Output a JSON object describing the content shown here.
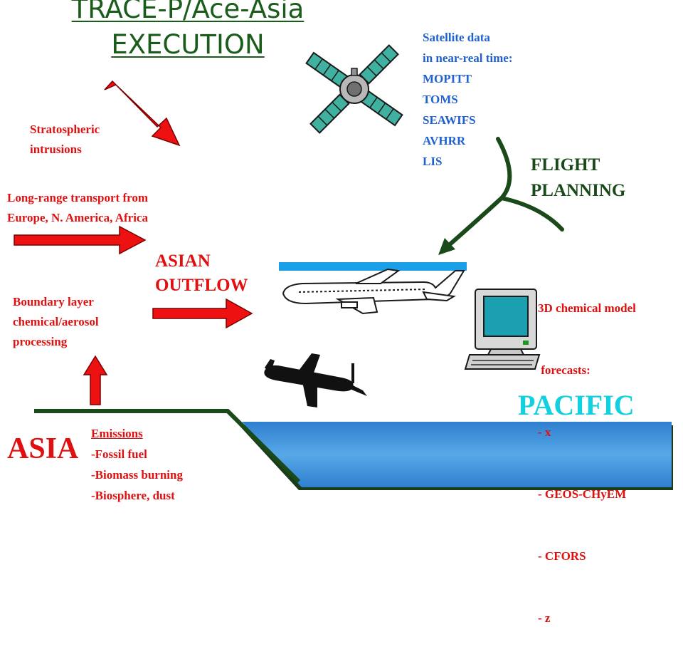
{
  "title": {
    "line1": "TRACE-P/Ace-Asia",
    "line2": "EXECUTION"
  },
  "labels": {
    "stratospheric": [
      "Stratospheric",
      "intrusions"
    ],
    "long_range": [
      "Long-range transport from",
      "Europe, N. America, Africa"
    ],
    "asian_outflow": [
      "ASIAN",
      "OUTFLOW"
    ],
    "boundary": [
      "Boundary layer",
      "chemical/aerosol",
      "processing"
    ],
    "satellite": [
      "Satellite data",
      "in near-real time:",
      "MOPITT",
      "TOMS",
      "SEAWIFS",
      "AVHRR",
      "LIS"
    ],
    "flight_planning": [
      "FLIGHT",
      "PLANNING"
    ],
    "model": [
      "3D chemical model",
      " forecasts:",
      "- x",
      "- GEOS-CHyEM",
      "- CFORS",
      "- z"
    ],
    "pacific": "PACIFIC",
    "asia": "ASIA",
    "emissions_title": "Emissions",
    "emissions": [
      "-Fossil fuel",
      "-Biomass burning",
      "-Biosphere, dust"
    ]
  },
  "colors": {
    "title": "#1a5c1a",
    "red_text": "#e01010",
    "blue_text": "#2060d0",
    "arrow_red": "#ee1111",
    "ocean": "#3d8fd6",
    "land_line": "#1a4a1a"
  }
}
